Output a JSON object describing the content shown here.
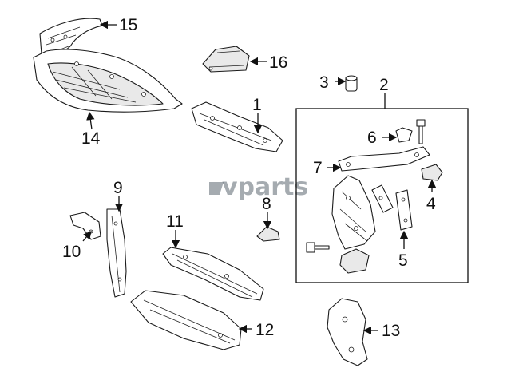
{
  "watermark": {
    "text": "vparts"
  },
  "callouts": {
    "c1": "1",
    "c2": "2",
    "c3": "3",
    "c4": "4",
    "c5": "5",
    "c6": "6",
    "c7": "7",
    "c8": "8",
    "c9": "9",
    "c10": "10",
    "c11": "11",
    "c12": "12",
    "c13": "13",
    "c14": "14",
    "c15": "15",
    "c16": "16"
  }
}
